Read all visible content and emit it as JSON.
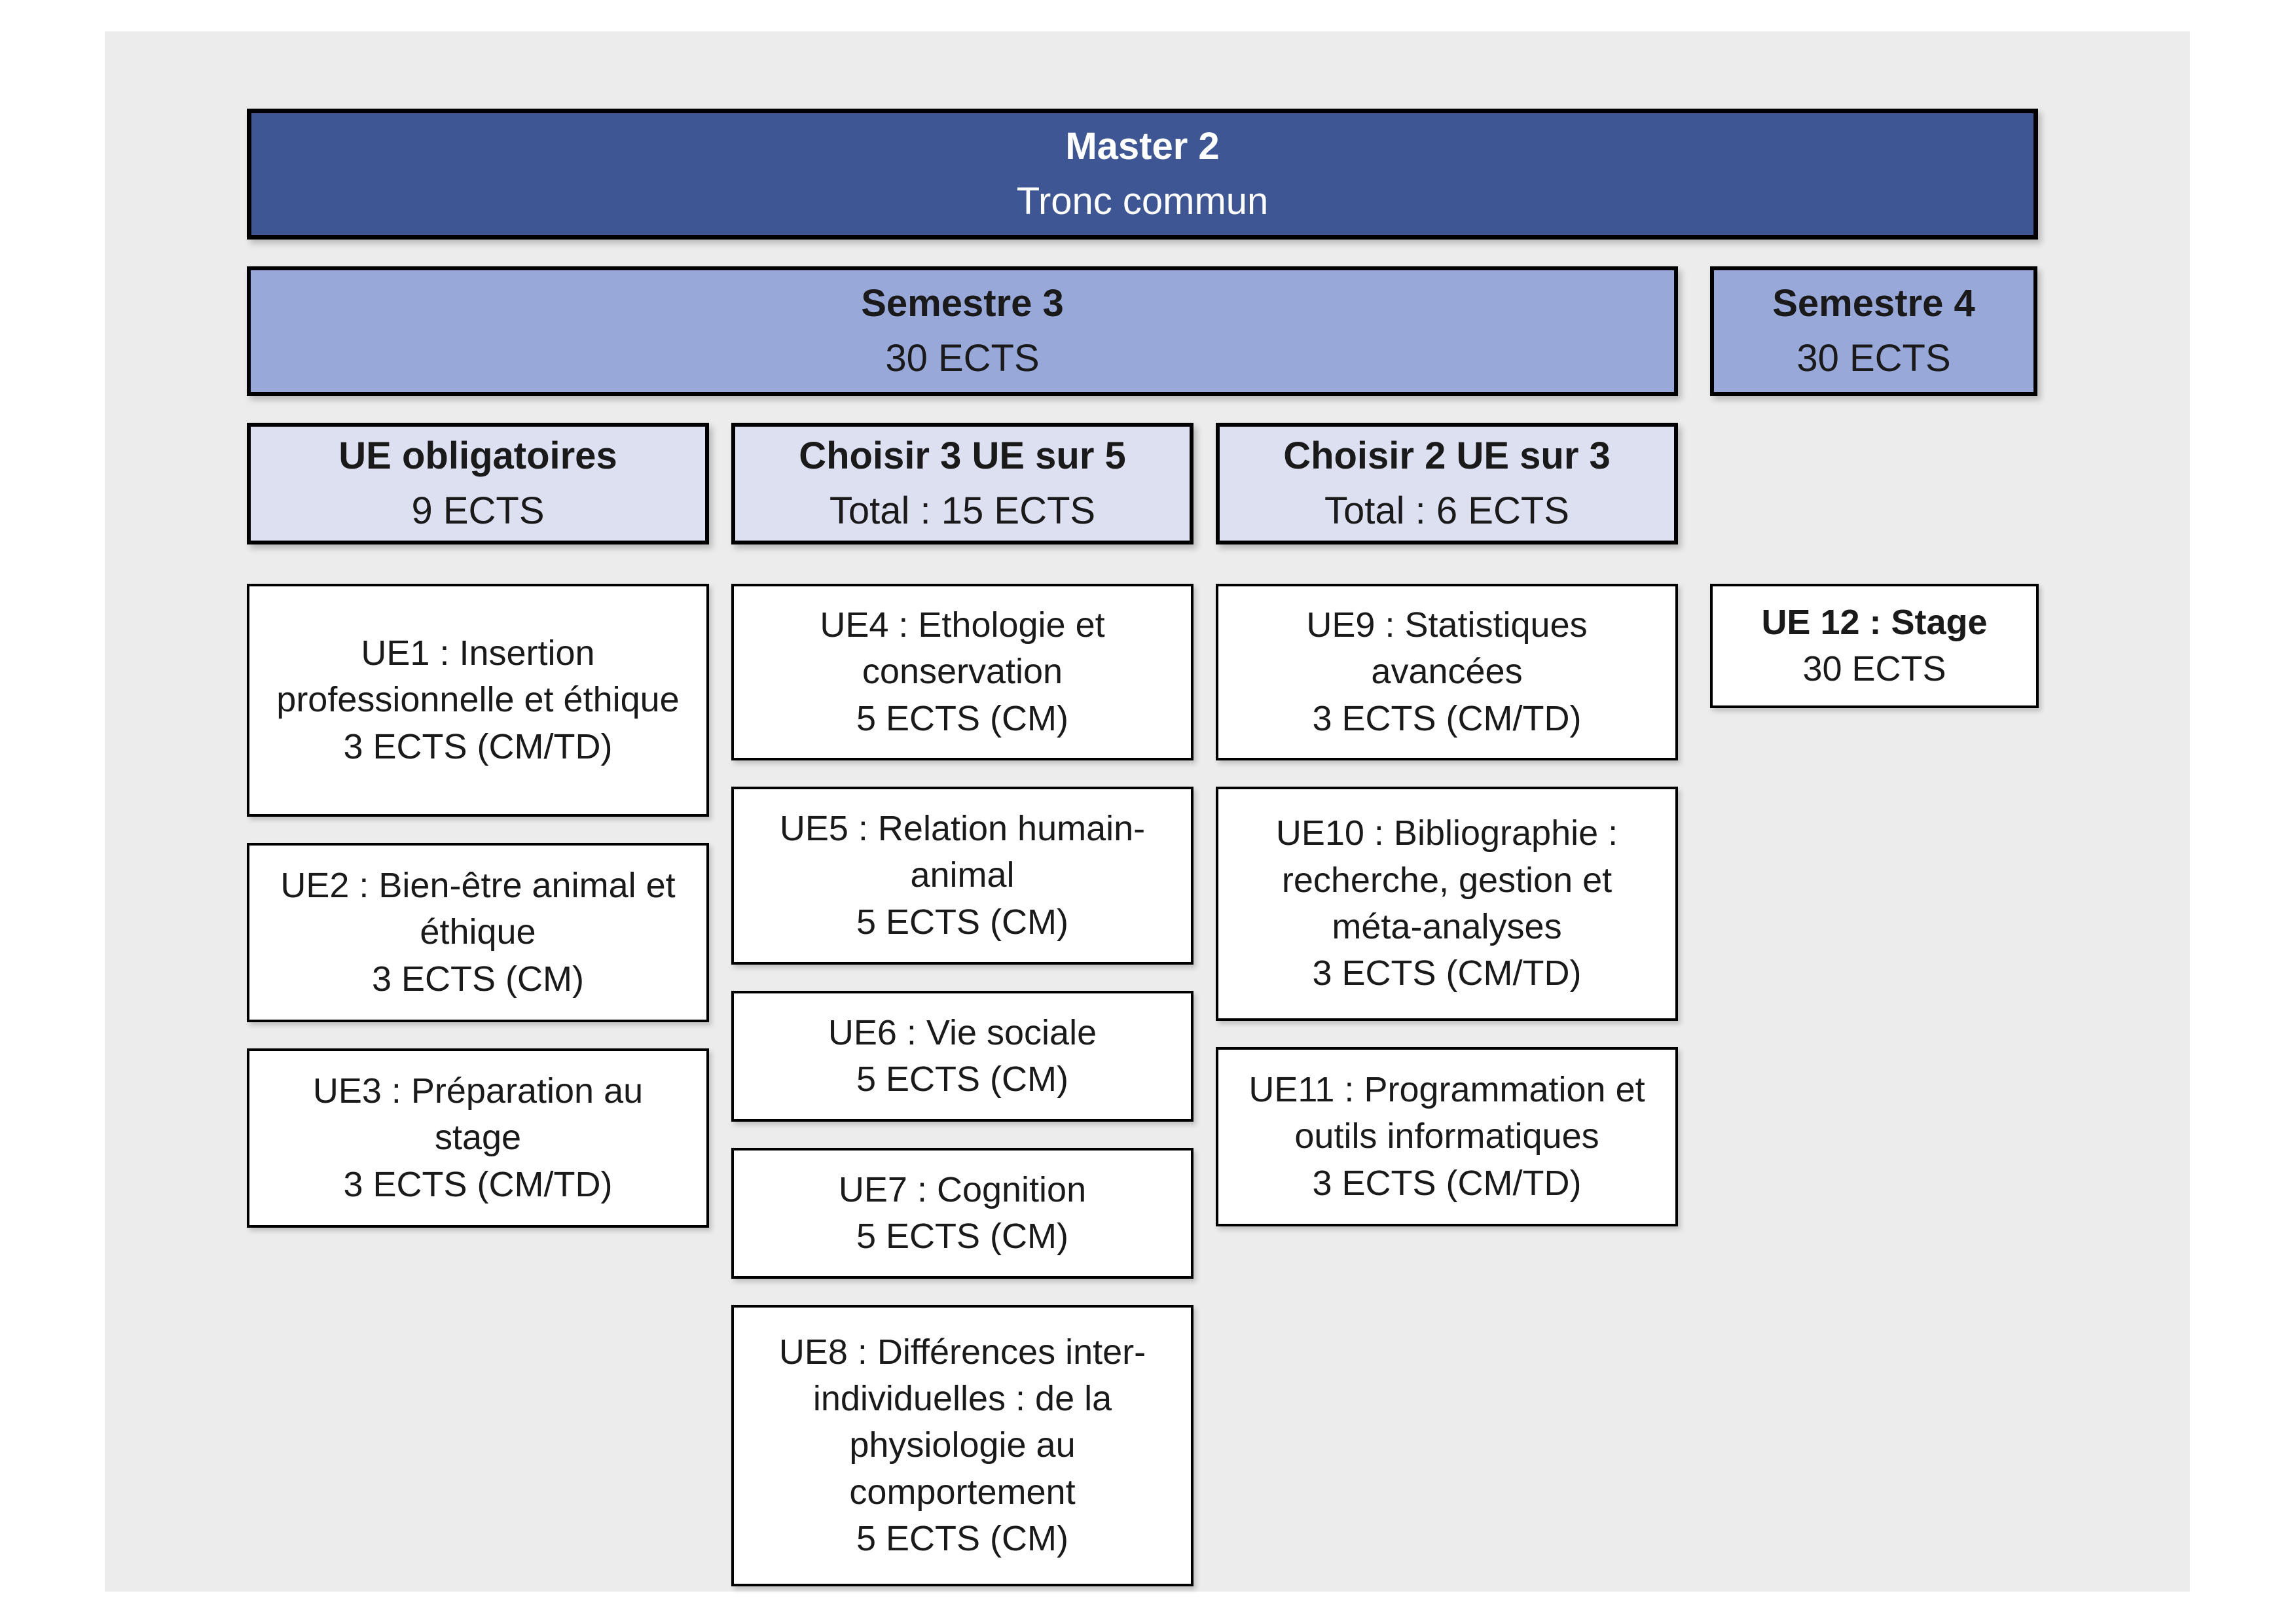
{
  "slide": {
    "background": "#ffffff",
    "panel_background": "#ececec"
  },
  "colors": {
    "program_header_bg": "#3e5694",
    "semester_bg": "#98a8d8",
    "category_bg": "#dce0f0",
    "course_bg": "#ffffff",
    "border": "#000000",
    "text_dark": "#1a1a1a",
    "text_light": "#ffffff"
  },
  "program_header": {
    "title": "Master 2",
    "subtitle": "Tronc commun"
  },
  "semesters": [
    {
      "title": "Semestre 3",
      "credits": "30 ECTS"
    },
    {
      "title": "Semestre 4",
      "credits": "30 ECTS"
    }
  ],
  "categories": [
    {
      "title": "UE obligatoires",
      "credits": "9 ECTS"
    },
    {
      "title": "Choisir 3 UE sur 5",
      "credits": "Total : 15 ECTS"
    },
    {
      "title": "Choisir 2 UE sur 3",
      "credits": "Total : 6 ECTS"
    }
  ],
  "courses": {
    "obligatoires": [
      {
        "title": "UE1 : Insertion professionnelle et éthique",
        "credits": "3 ECTS (CM/TD)"
      },
      {
        "title": "UE2 : Bien-être animal et éthique",
        "credits": "3 ECTS (CM)"
      },
      {
        "title": "UE3 : Préparation au stage",
        "credits": "3 ECTS (CM/TD)"
      }
    ],
    "choix_3_sur_5": [
      {
        "title": "UE4 : Ethologie et conservation",
        "credits": "5 ECTS (CM)"
      },
      {
        "title": "UE5 : Relation humain-animal",
        "credits": "5 ECTS (CM)"
      },
      {
        "title": "UE6 : Vie sociale",
        "credits": "5 ECTS (CM)"
      },
      {
        "title": "UE7 : Cognition",
        "credits": "5 ECTS (CM)"
      },
      {
        "title": "UE8 : Différences inter-individuelles : de la physiologie au comportement",
        "credits": "5 ECTS (CM)"
      }
    ],
    "choix_2_sur_3": [
      {
        "title": "UE9 : Statistiques avancées",
        "credits": "3 ECTS (CM/TD)"
      },
      {
        "title": "UE10 : Bibliographie : recherche, gestion et méta-analyses",
        "credits": "3 ECTS (CM/TD)"
      },
      {
        "title": "UE11 : Programmation et outils informatiques",
        "credits": "3 ECTS (CM/TD)"
      }
    ],
    "semestre4": [
      {
        "title": "UE 12 : Stage",
        "credits": "30 ECTS"
      }
    ]
  }
}
